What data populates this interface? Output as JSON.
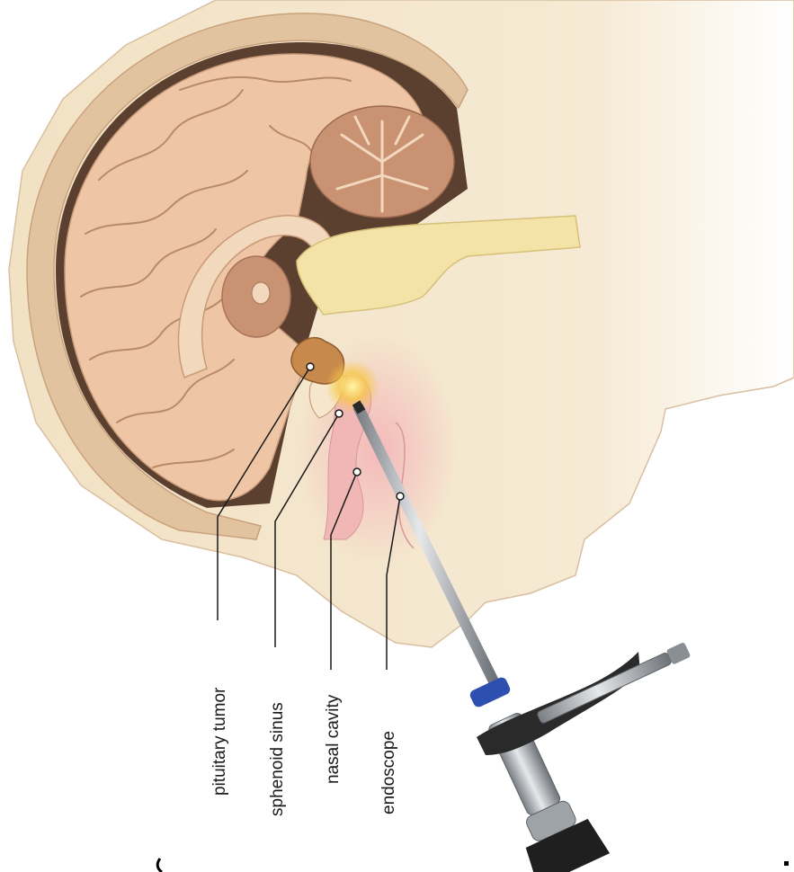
{
  "labels": {
    "pituitary_tumor": "pituitary tumor",
    "sphenoid_sinus": "sphenoid sinus",
    "nasal_cavity": "nasal cavity",
    "endoscope": "endoscope"
  },
  "colors": {
    "skin": "#f3e4c6",
    "skull": "#e2c3a0",
    "brain": "#eec6a6",
    "brain_dark": "#5b4030",
    "cerebellum": "#c99272",
    "brainstem_yellow": "#f3e3a6",
    "tumor": "#c8894d",
    "nasal_pink": "#f1b7b7",
    "endoscope_metal": "#9ea3a8",
    "endoscope_handle": "#2a2a2a",
    "endoscope_ring": "#2d4fb0"
  }
}
